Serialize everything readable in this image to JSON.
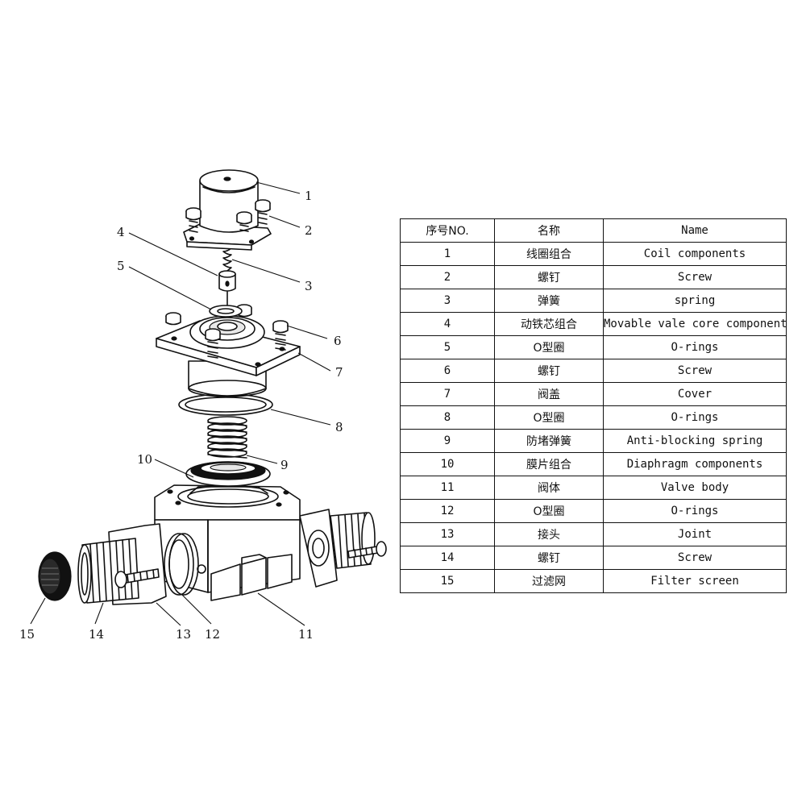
{
  "table": {
    "headers": [
      "序号NO.",
      "名称",
      "Name"
    ],
    "rows": [
      {
        "no": "1",
        "cn": "线圈组合",
        "en": "Coil components"
      },
      {
        "no": "2",
        "cn": "螺钉",
        "en": "Screw"
      },
      {
        "no": "3",
        "cn": "弹簧",
        "en": "spring"
      },
      {
        "no": "4",
        "cn": "动铁芯组合",
        "en": "Movable vale core components"
      },
      {
        "no": "5",
        "cn": "O型圈",
        "en": "O-rings"
      },
      {
        "no": "6",
        "cn": "螺钉",
        "en": "Screw"
      },
      {
        "no": "7",
        "cn": "阀盖",
        "en": "Cover"
      },
      {
        "no": "8",
        "cn": "O型圈",
        "en": "O-rings"
      },
      {
        "no": "9",
        "cn": "防堵弹簧",
        "en": "Anti-blocking spring"
      },
      {
        "no": "10",
        "cn": "膜片组合",
        "en": "Diaphragm components"
      },
      {
        "no": "11",
        "cn": "阀体",
        "en": "Valve body"
      },
      {
        "no": "12",
        "cn": "O型圈",
        "en": "O-rings"
      },
      {
        "no": "13",
        "cn": "接头",
        "en": "Joint"
      },
      {
        "no": "14",
        "cn": "螺钉",
        "en": "Screw"
      },
      {
        "no": "15",
        "cn": "过滤网",
        "en": "Filter screen"
      }
    ]
  },
  "callouts": {
    "c1": "1",
    "c2": "2",
    "c3": "3",
    "c4": "4",
    "c5": "5",
    "c6": "6",
    "c7": "7",
    "c8": "8",
    "c9": "9",
    "c10": "10",
    "c11": "11",
    "c12": "12",
    "c13": "13",
    "c14": "14",
    "c15": "15"
  }
}
